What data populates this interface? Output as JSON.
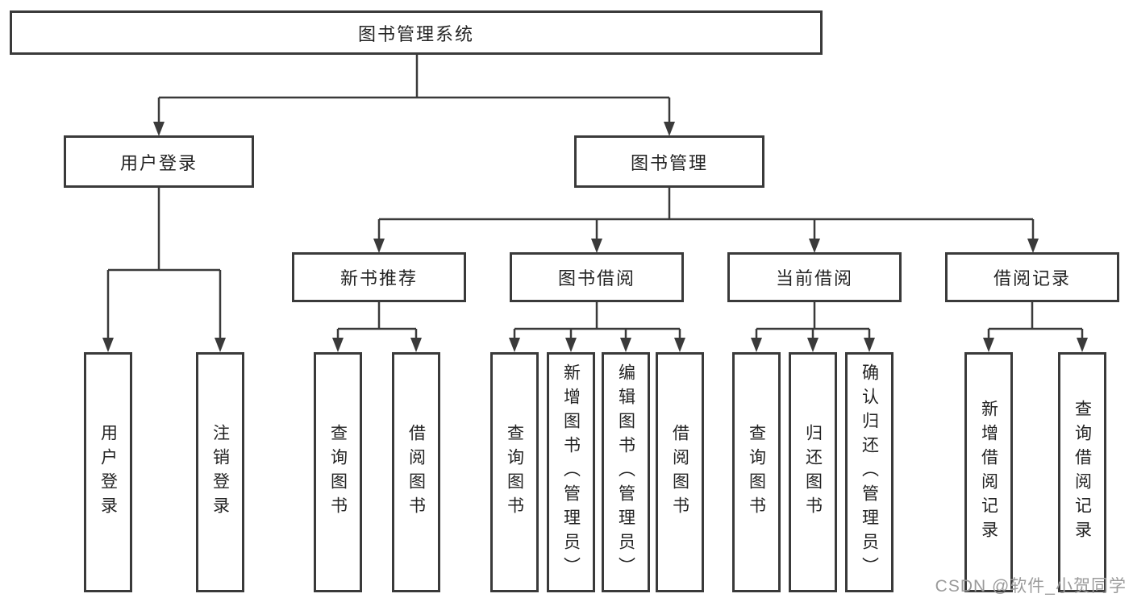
{
  "tree": {
    "root_label": "图书管理系统",
    "level2": {
      "user_login": "用户登录",
      "book_management": "图书管理"
    },
    "level3": {
      "new_book_recommend": "新书推荐",
      "book_borrow": "图书借阅",
      "current_borrow": "当前借阅",
      "borrow_records": "借阅记录"
    },
    "leaves": {
      "login": [
        "用户登录",
        "注销登录"
      ],
      "recommend": [
        "查询图书",
        "借阅图书"
      ],
      "borrow": [
        "查询图书",
        "新增图书（管理员）",
        "编辑图书（管理员）",
        "借阅图书"
      ],
      "current": [
        "查询图书",
        "归还图书",
        "确认归还（管理员）"
      ],
      "records": [
        "新增借阅记录",
        "查询借阅记录"
      ]
    }
  },
  "watermark": {
    "text": "CSDN @软件_小贺同学"
  },
  "colors": {
    "line": "#3a3a3a",
    "box_border": "#3a3a3a",
    "background": "#ffffff",
    "text": "#232323",
    "watermark": "#9b9b9b"
  }
}
